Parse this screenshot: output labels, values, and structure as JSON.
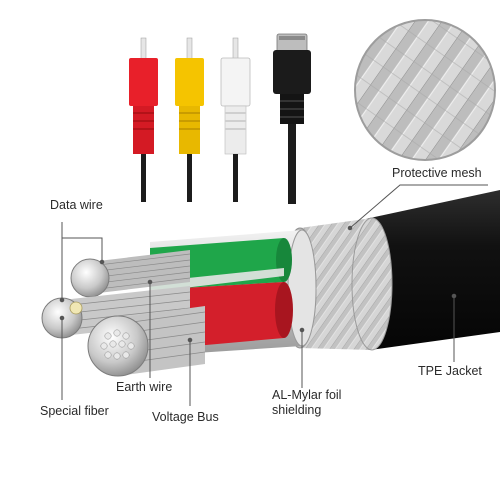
{
  "labels": {
    "data_wire": "Data wire",
    "protective_mesh": "Protective mesh",
    "earth_wire": "Earth wire",
    "special_fiber": "Special fiber",
    "voltage_bus": "Voltage Bus",
    "al_mylar_line1": "AL-Mylar foil",
    "al_mylar_line2": "shielding",
    "tpe_jacket": "TPE Jacket"
  },
  "colors": {
    "rca_red": "#e8202a",
    "rca_yellow": "#f5c400",
    "rca_white": "#f2f2f2",
    "connector_black": "#1b1b1b",
    "jacket": "#161616",
    "inner_green": "#1fa64a",
    "inner_red": "#d31f2b",
    "braid": "#cfcfcf",
    "callout_line": "#555555"
  },
  "icons": {
    "rca_plugs": "rca-plug-icon",
    "av_multi_connector": "av-connector-icon",
    "mesh_zoom": "magnifier-circle-icon"
  }
}
